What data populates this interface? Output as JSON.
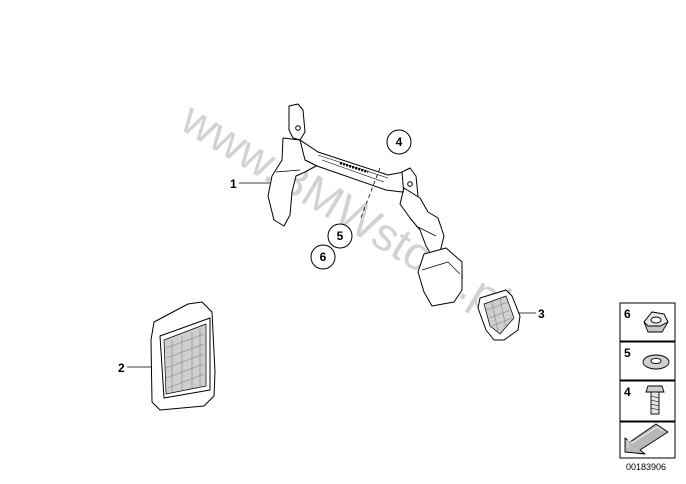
{
  "watermark": "www.BMWstore.pl",
  "callouts": {
    "c1": "1",
    "c2": "2",
    "c3": "3",
    "c4": "4",
    "c5": "5",
    "c6": "6"
  },
  "legend": {
    "items": [
      {
        "number": "6",
        "part": "hex-nut"
      },
      {
        "number": "5",
        "part": "washer"
      },
      {
        "number": "4",
        "part": "screw"
      }
    ],
    "arrow": "direction-arrow"
  },
  "diagram_code": "00183906"
}
